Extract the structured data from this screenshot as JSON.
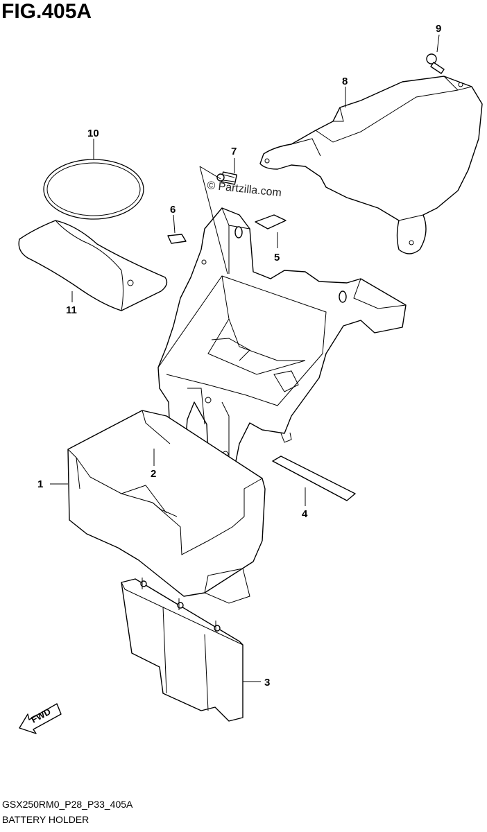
{
  "figure": {
    "title": "FIG.405A",
    "drawing_code": "GSX250RM0_P28_P33_405A",
    "section_name": "BATTERY HOLDER",
    "watermark": "© Partzilla.com",
    "fwd_label": "FWD"
  },
  "callouts": [
    {
      "id": "1",
      "label": "1"
    },
    {
      "id": "2",
      "label": "2"
    },
    {
      "id": "3",
      "label": "3"
    },
    {
      "id": "4",
      "label": "4"
    },
    {
      "id": "5",
      "label": "5"
    },
    {
      "id": "6",
      "label": "6"
    },
    {
      "id": "7",
      "label": "7"
    },
    {
      "id": "8",
      "label": "8"
    },
    {
      "id": "9",
      "label": "9"
    },
    {
      "id": "10",
      "label": "10"
    },
    {
      "id": "11",
      "label": "11"
    }
  ]
}
